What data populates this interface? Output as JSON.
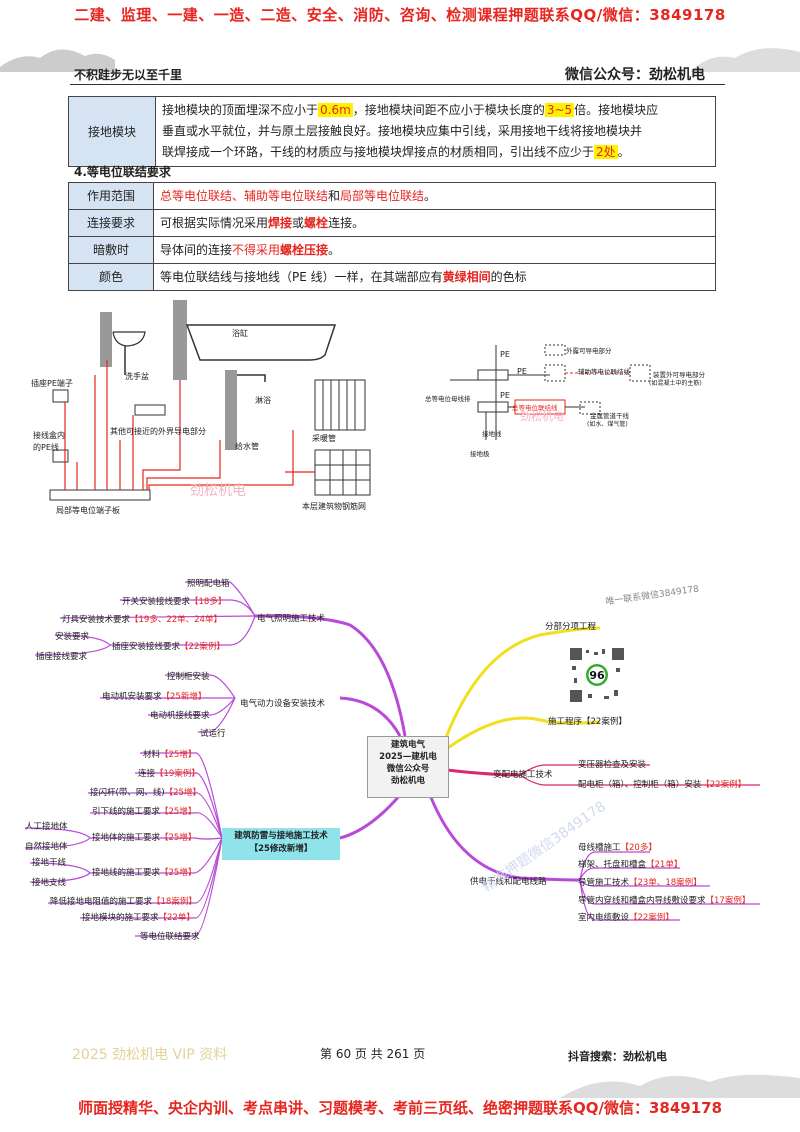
{
  "banner": {
    "top": "二建、监理、一建、一造、二造、安全、消防、咨询、检测课程押题联系QQ/微信：3849178",
    "bottom": "师面授精华、央企内训、考点串讲、习题模考、考前三页纸、绝密押题联系QQ/微信：3849178"
  },
  "header": {
    "motto": "不积跬步无以至千里",
    "account": "微信公众号：劲松机电"
  },
  "grounding_module": {
    "label": "接地模块",
    "line1_a": "接地模块的顶面埋深不应小于",
    "v_depth": "0.6m",
    "line1_b": "，接地模块间距不应小于模块长度的",
    "v_ratio": "3~5",
    "line1_c": "倍。接地模块应",
    "line2": "垂直或水平就位，并与原土层接触良好。接地模块应集中引线，采用接地干线将接地模块并",
    "line3_a": "联焊接成一个环路，干线的材质应与接地模块焊接点的材质相同，引出线不应少于",
    "v_count": "2处",
    "line3_b": "。"
  },
  "equip": {
    "title": "4.等电位联结要求",
    "rows": [
      {
        "label": "作用范围",
        "a": "总等电位联结、辅助等电位联结",
        "b": "和",
        "c": "局部等电位联结",
        "d": "。"
      },
      {
        "label": "连接要求",
        "a": "可根据实际情况采用",
        "b": "焊接",
        "c": "或",
        "d": "螺栓",
        "e": "连接。"
      },
      {
        "label": "暗敷时",
        "a": "导体间的连接",
        "b": "不得采用",
        "c": "螺栓压接",
        "d": "。"
      },
      {
        "label": "颜色",
        "a": "等电位联结线与接地线（PE 线）一样，在其端部应有",
        "b": "黄绿相间",
        "c": "的色标"
      }
    ]
  },
  "diagram_left": {
    "labels": {
      "washbasin": "洗手盆",
      "bathtub": "浴缸",
      "shower": "淋浴",
      "pe_terminal": "插座PE端子",
      "junction_box": "接线盒内",
      "junction_box2": "的PE线",
      "other": "其他可接近的外界导电部分",
      "water_pipe": "给水管",
      "radiator": "采暖管",
      "terminal_board": "局部等电位端子板",
      "rebar": "本层建筑物钢筋网",
      "watermark": "劲松机电"
    }
  },
  "diagram_right": {
    "labels": {
      "pe1": "PE",
      "pe2": "PE",
      "pe3": "PE",
      "ext_conductor": "外露可导电部分",
      "aux_line": "辅助等电位联结线",
      "ext_device": "装置外可导电部分",
      "ext_device2": "(如混凝土中的主筋)",
      "main_bus": "总等电位母线排",
      "main_line": "总等电位联结线",
      "metal_pipe": "金属管道干线",
      "metal_pipe2": "(如水、煤气管)",
      "ground_line": "接地线",
      "ground_pole": "接地极",
      "watermark": "劲松机电"
    }
  },
  "mindmap": {
    "center": [
      "建筑电气",
      "2025—建机电",
      "微信公众号",
      "劲松机电"
    ],
    "watermark_top": "唯一联系微信3849178",
    "watermark_mid": "精准押题微信3849178",
    "branches": {
      "lighting": {
        "title": "电气照明施工技术",
        "items": [
          {
            "t": "照明配电箱",
            "tag": ""
          },
          {
            "t": "开关安装接线要求",
            "tag": "【18多】"
          },
          {
            "t": "灯具安装技术要求",
            "tag": "【19多、22单、24单】"
          },
          {
            "t": "插座安装接线要求",
            "tag": "【22案例】"
          },
          {
            "t": "安装要求",
            "tag": ""
          },
          {
            "t": "插座接线要求",
            "tag": ""
          }
        ]
      },
      "power": {
        "title": "电气动力设备安装技术",
        "items": [
          {
            "t": "控制柜安装",
            "tag": ""
          },
          {
            "t": "电动机安装要求",
            "tag": "【25新增】"
          },
          {
            "t": "电动机接线要求",
            "tag": ""
          },
          {
            "t": "试运行",
            "tag": ""
          }
        ]
      },
      "lightning": {
        "title_a": "建筑防雷与接地施工技术",
        "title_b": "【25修改新增】",
        "items": [
          {
            "t": "材料",
            "tag": "【25增】"
          },
          {
            "t": "连接",
            "tag": "【19案例】"
          },
          {
            "t": "接闪杆(带、网、线)",
            "tag": "【25增】"
          },
          {
            "t": "引下线的施工要求",
            "tag": "【25增】"
          },
          {
            "t": "接地体的施工要求",
            "tag": "【25增】"
          },
          {
            "t": "人工接地体",
            "tag": ""
          },
          {
            "t": "自然接地体",
            "tag": ""
          },
          {
            "t": "接地干线",
            "tag": ""
          },
          {
            "t": "接地支线",
            "tag": ""
          },
          {
            "t": "接地线的施工要求",
            "tag": "【25增】"
          },
          {
            "t": "降低接地电阻值的施工要求",
            "tag": "【18案例】"
          },
          {
            "t": "接地模块的施工要求",
            "tag": "【22单】"
          },
          {
            "t": "等电位联结要求",
            "tag": ""
          }
        ]
      },
      "subproject": {
        "title": "分部分项工程"
      },
      "procedure": {
        "title": "施工程序",
        "tag": "【22案例】"
      },
      "substation": {
        "title": "变配电施工技术",
        "items": [
          {
            "t": "变压器检查及安装",
            "tag": ""
          },
          {
            "t": "配电柜（箱）、控制柜（箱）安装",
            "tag": "【22案例】"
          }
        ]
      },
      "supply": {
        "title": "供电干线和配电线路",
        "items": [
          {
            "t": "母线槽施工",
            "tag": "【20多】"
          },
          {
            "t": "梯架、托盘和槽盒",
            "tag": "【21单】"
          },
          {
            "t": "导管施工技术",
            "tag": "【23单、18案例】"
          },
          {
            "t": "导管内穿线和槽盒内导线敷设要求",
            "tag": "【17案例】"
          },
          {
            "t": "室内电缆敷设",
            "tag": "【22案例】"
          }
        ]
      }
    },
    "qr_number": "96"
  },
  "footer": {
    "left": "2025 劲松机电 VIP 资料",
    "page": "第 60 页 共 261 页",
    "right": "抖音搜索：劲松机电"
  }
}
